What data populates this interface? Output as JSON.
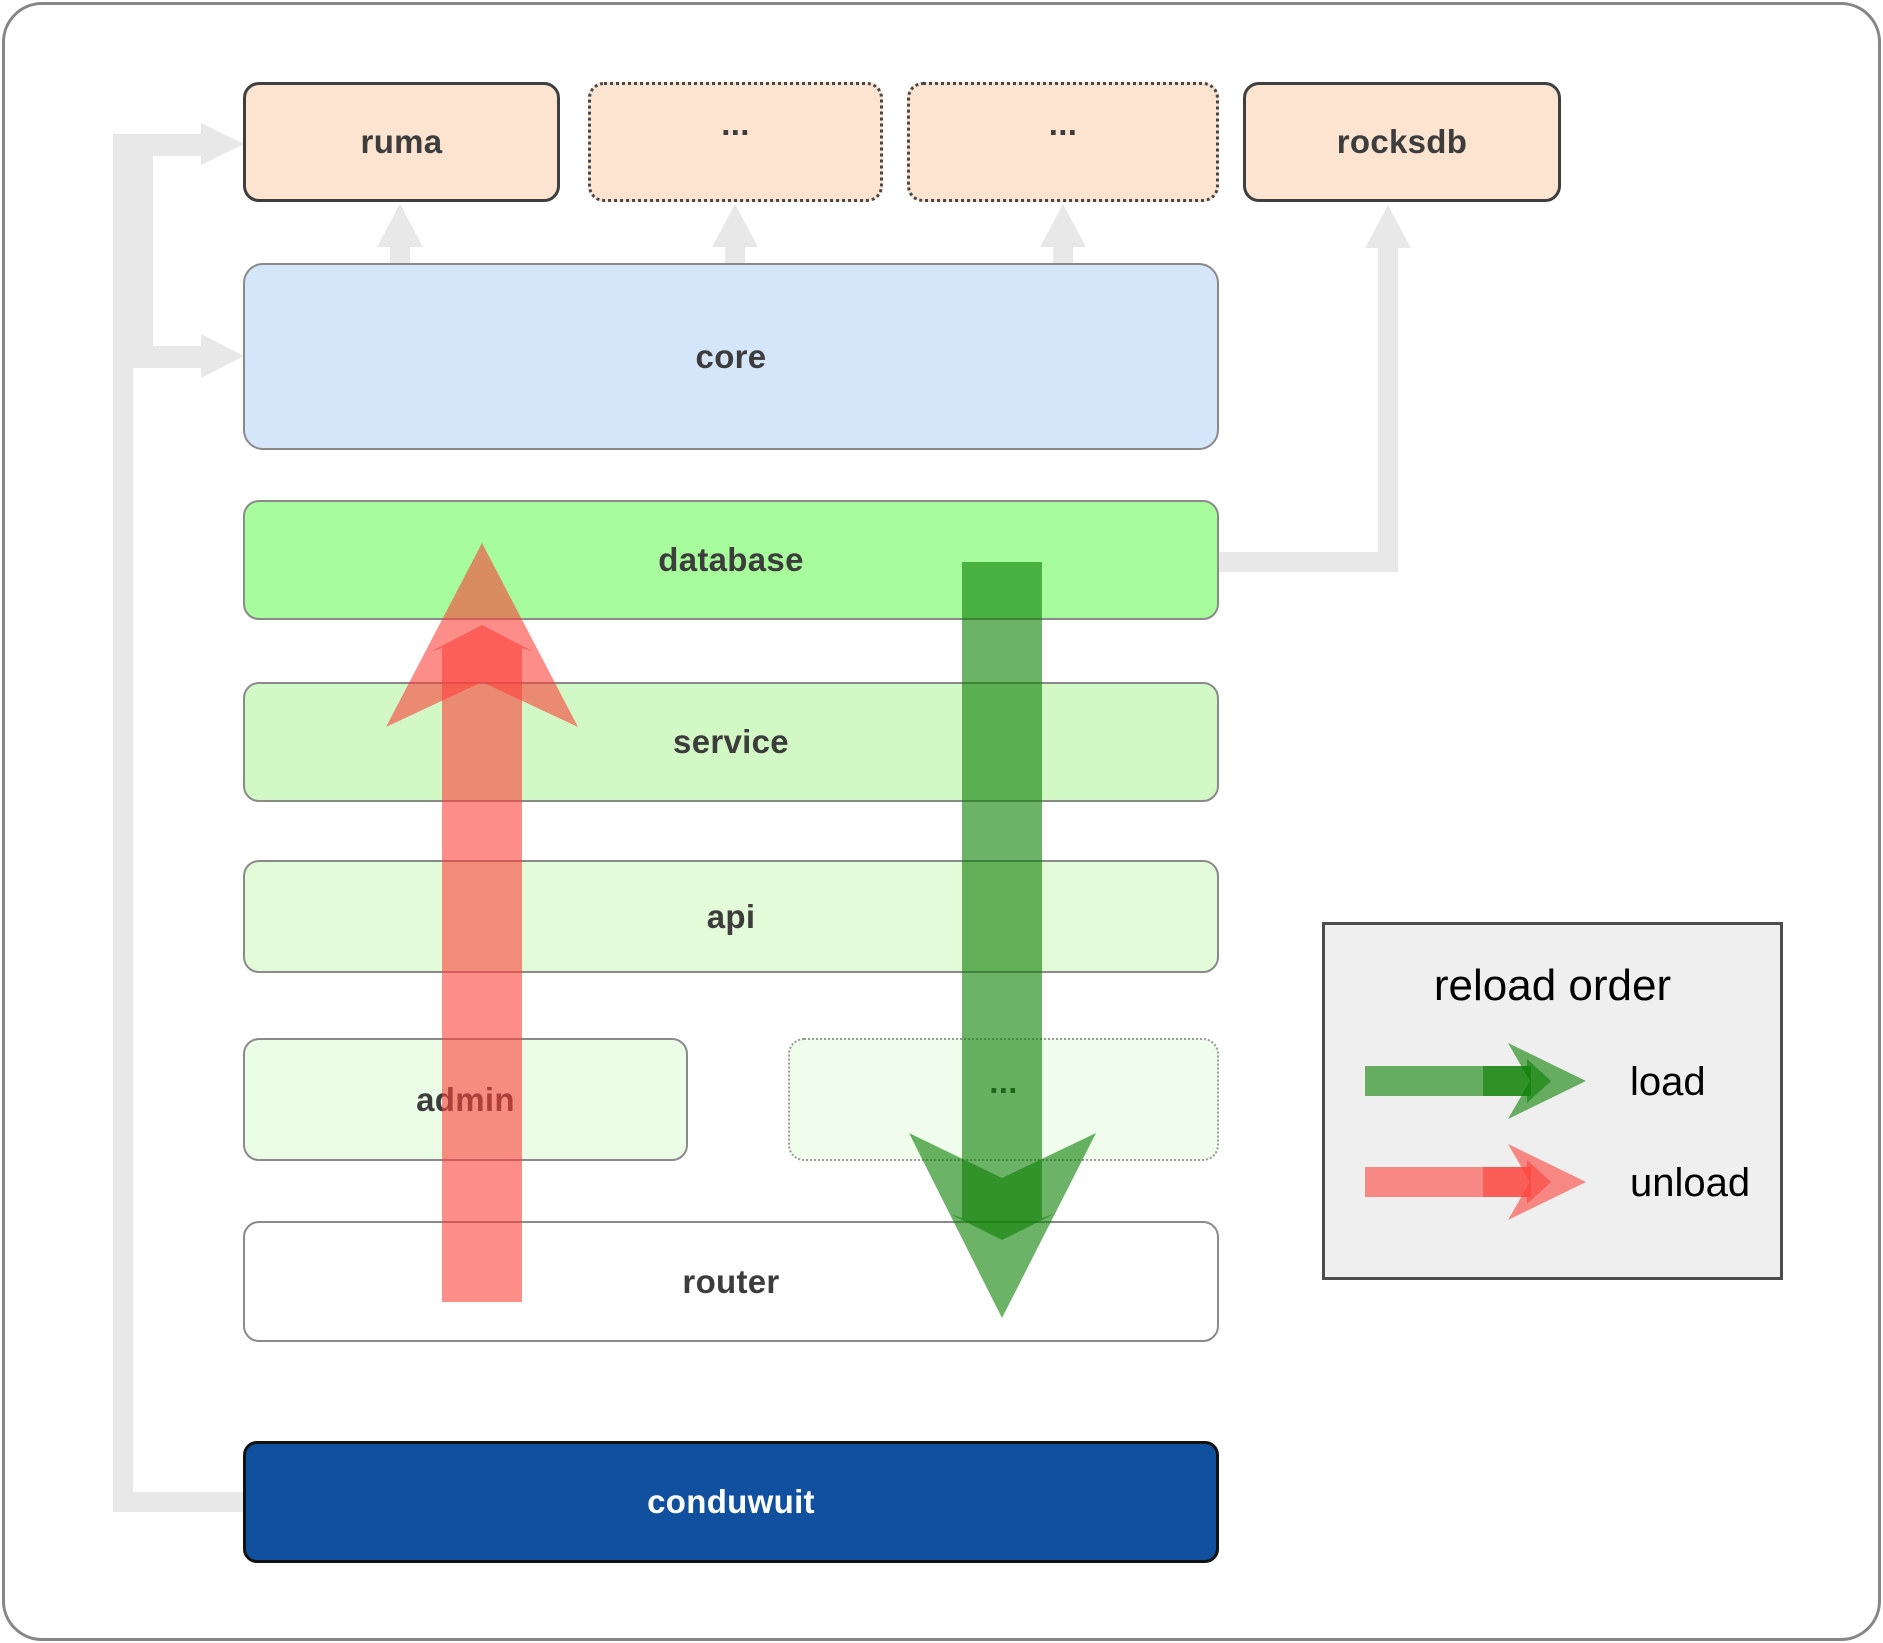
{
  "diagram": {
    "title_hint": "conduwuit crate architecture / reload order diagram"
  },
  "boxes": {
    "ruma": {
      "label": "ruma"
    },
    "dep_ellipsis_1": {
      "label": "..."
    },
    "dep_ellipsis_2": {
      "label": "..."
    },
    "rocksdb": {
      "label": "rocksdb"
    },
    "core": {
      "label": "core"
    },
    "database": {
      "label": "database"
    },
    "service": {
      "label": "service"
    },
    "api": {
      "label": "api"
    },
    "admin": {
      "label": "admin"
    },
    "module_ellipsis": {
      "label": "..."
    },
    "router": {
      "label": "router"
    },
    "conduwuit": {
      "label": "conduwuit"
    }
  },
  "legend": {
    "title": "reload order",
    "items": [
      {
        "label": "load",
        "color": "#0a7f02"
      },
      {
        "label": "unload",
        "color": "#fc413a"
      }
    ]
  },
  "colors": {
    "dependency_box_peach": "#fce4d1",
    "core_blue": "#d5e6fa",
    "database_green": "#a7fc9b",
    "service_green": "#d2f8c5",
    "api_green": "#e3fbd9",
    "admin_green": "#ebfce7",
    "module_green": "#f0fdec",
    "router_white": "#ffffff",
    "conduwuit_blue": "#10509e",
    "load_arrow_green": "#0a7f02",
    "unload_arrow_red": "#fc413a",
    "connector_gray": "#e8e8e8",
    "legend_background": "#efefef"
  }
}
